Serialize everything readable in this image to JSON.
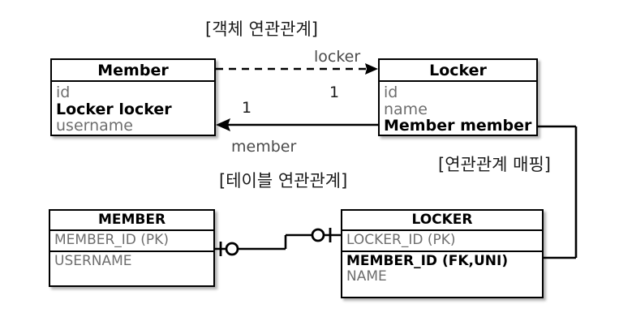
{
  "diagram": {
    "sections": {
      "object_association": "[객체 연관관계]",
      "table_association": "[테이블 연관관계]",
      "association_mapping": "[연관관계 매핑]"
    },
    "classes": [
      {
        "name": "Member",
        "attributes": [
          {
            "text": "id",
            "bold": false
          },
          {
            "text": "Locker locker",
            "bold": true
          },
          {
            "text": "username",
            "bold": false
          }
        ]
      },
      {
        "name": "Locker",
        "attributes": [
          {
            "text": "id",
            "bold": false
          },
          {
            "text": "name",
            "bold": false
          },
          {
            "text": "Member member",
            "bold": true
          }
        ]
      }
    ],
    "tables": [
      {
        "name": "MEMBER",
        "compartments": [
          [
            {
              "text": "MEMBER_ID (PK)",
              "bold": false
            }
          ],
          [
            {
              "text": "USERNAME",
              "bold": false
            }
          ]
        ]
      },
      {
        "name": "LOCKER",
        "compartments": [
          [
            {
              "text": "LOCKER_ID (PK)",
              "bold": false
            }
          ],
          [
            {
              "text": "MEMBER_ID (FK,UNI)",
              "bold": true
            },
            {
              "text": "NAME",
              "bold": false
            }
          ]
        ]
      }
    ],
    "edges": {
      "locker_role": "locker",
      "member_role": "member",
      "multiplicity_top": "1",
      "multiplicity_bottom": "1"
    },
    "colors": {
      "line": "#000000",
      "attribute_text": "#6e6e6e",
      "title_text": "#000000",
      "background": "#ffffff"
    }
  }
}
